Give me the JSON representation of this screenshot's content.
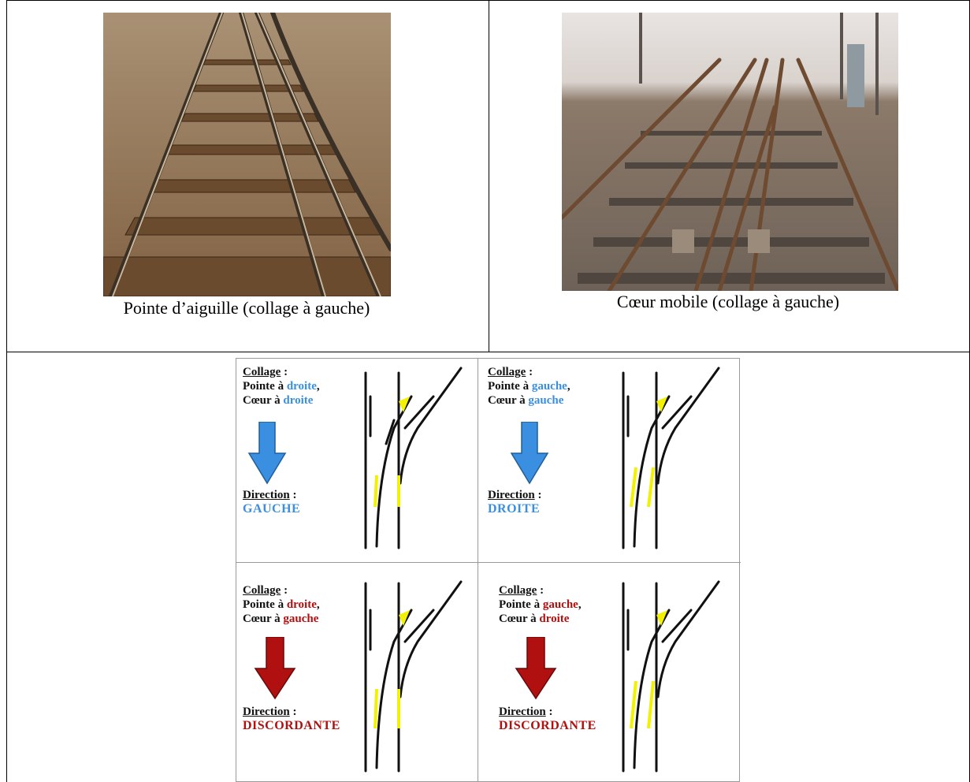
{
  "captions": {
    "left": "Pointe d’aiguille (collage à gauche)",
    "right": "Cœur mobile (collage à gauche)"
  },
  "quadrants": [
    {
      "heading": "Collage",
      "colon": " :",
      "line1_prefix": "Pointe à ",
      "line1_value": "droite",
      "line1_suffix": ",",
      "line2_prefix": "Cœur à ",
      "line2_value": "droite",
      "direction_label": "Direction",
      "direction_colon": " :",
      "direction_value": "GAUCHE",
      "accent": "#3a8fe0"
    },
    {
      "heading": "Collage",
      "colon": " :",
      "line1_prefix": "Pointe à ",
      "line1_value": "gauche",
      "line1_suffix": ",",
      "line2_prefix": "Cœur à ",
      "line2_value": "gauche",
      "direction_label": "Direction",
      "direction_colon": " :",
      "direction_value": "DROITE",
      "accent": "#3a8fe0"
    },
    {
      "heading": "Collage",
      "colon": " :",
      "line1_prefix": "Pointe à ",
      "line1_value": "droite",
      "line1_suffix": ",",
      "line2_prefix": "Cœur à ",
      "line2_value": "gauche",
      "direction_label": "Direction",
      "direction_colon": " :",
      "direction_value": "DISCORDANTE",
      "accent": "#b01010"
    },
    {
      "heading": "Collage",
      "colon": " :",
      "line1_prefix": "Pointe à ",
      "line1_value": "gauche",
      "line1_suffix": ",",
      "line2_prefix": "Cœur à ",
      "line2_value": "droite",
      "direction_label": "Direction",
      "direction_colon": " :",
      "direction_value": "DISCORDANTE",
      "accent": "#b01010"
    }
  ],
  "colors": {
    "arrow_blue": "#3a8fe0",
    "arrow_red": "#b01010",
    "highlight_yellow": "#f2f200",
    "track": "#111111"
  }
}
